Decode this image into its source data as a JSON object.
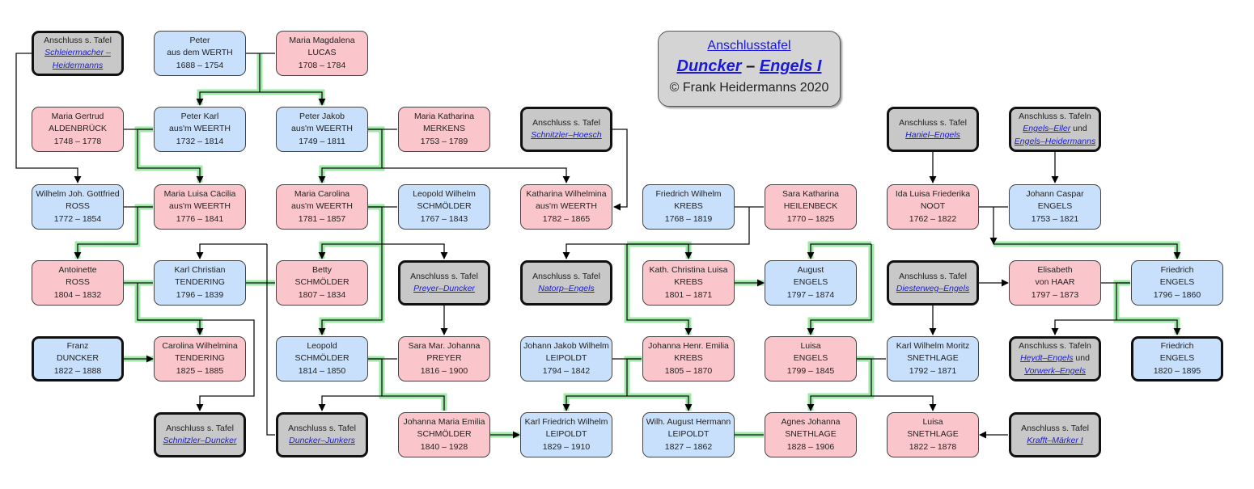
{
  "title": {
    "line1": "Anschlusstafel",
    "name1": "Duncker",
    "dash": "–",
    "name2": "Engels I",
    "copyright": "© Frank Heidermanns 2020"
  },
  "colors": {
    "male": "#c8e0fb",
    "female": "#fbc6cb",
    "connector": "#c8c8c8",
    "highlight_line": "#7ee08a",
    "link": "#1a1ad8"
  },
  "persons": {
    "peter_werth": {
      "n1": "Peter",
      "n2": "aus dem WERTH",
      "years": "1688 – 1754"
    },
    "maria_magdalena_lucas": {
      "n1": "Maria Magdalena",
      "n2": "LUCAS",
      "years": "1708 – 1784"
    },
    "maria_gertrud_aldenbrueck": {
      "n1": "Maria Gertrud",
      "n2": "ALDENBRÜCK",
      "years": "1748 – 1778"
    },
    "peter_karl_weerth": {
      "n1": "Peter Karl",
      "n2": "aus'm WEERTH",
      "years": "1732 – 1814"
    },
    "peter_jakob_weerth": {
      "n1": "Peter Jakob",
      "n2": "aus'm WEERTH",
      "years": "1749 – 1811"
    },
    "maria_katharina_merkens": {
      "n1": "Maria Katharina",
      "n2": "MERKENS",
      "years": "1753 – 1789"
    },
    "wilhelm_ross": {
      "n1": "Wilhelm Joh. Gottfried",
      "n2": "ROSS",
      "years": "1772 – 1854"
    },
    "maria_luisa_weerth": {
      "n1": "Maria Luisa Cäcilia",
      "n2": "aus'm WEERTH",
      "years": "1776 – 1841"
    },
    "maria_carolina_weerth": {
      "n1": "Maria Carolina",
      "n2": "aus'm WEERTH",
      "years": "1781 – 1857"
    },
    "leopold_wilhelm_schmoelder": {
      "n1": "Leopold Wilhelm",
      "n2": "SCHMÖLDER",
      "years": "1767 – 1843"
    },
    "katharina_wilhelmina_weerth": {
      "n1": "Katharina Wilhelmina",
      "n2": "aus'm WEERTH",
      "years": "1782 – 1865"
    },
    "friedrich_wilhelm_krebs": {
      "n1": "Friedrich Wilhelm",
      "n2": "KREBS",
      "years": "1768 – 1819"
    },
    "sara_katharina_heilenbeck": {
      "n1": "Sara Katharina",
      "n2": "HEILENBECK",
      "years": "1770 – 1825"
    },
    "ida_noot": {
      "n1": "Ida Luisa Friederika",
      "n2": "NOOT",
      "years": "1762 – 1822"
    },
    "johann_caspar_engels": {
      "n1": "Johann Caspar",
      "n2": "ENGELS",
      "years": "1753 – 1821"
    },
    "antoinette_ross": {
      "n1": "Antoinette",
      "n2": "ROSS",
      "years": "1804 – 1832"
    },
    "karl_christian_tendering": {
      "n1": "Karl Christian",
      "n2": "TENDERING",
      "years": "1796 – 1839"
    },
    "betty_schmoelder": {
      "n1": "Betty",
      "n2": "SCHMÖLDER",
      "years": "1807 – 1834"
    },
    "kath_christina_krebs": {
      "n1": "Kath. Christina Luisa",
      "n2": "KREBS",
      "years": "1801 – 1871"
    },
    "august_engels": {
      "n1": "August",
      "n2": "ENGELS",
      "years": "1797 – 1874"
    },
    "elisabeth_haar": {
      "n1": "Elisabeth",
      "n2": "von HAAR",
      "years": "1797 – 1873"
    },
    "friedrich_engels_1796": {
      "n1": "Friedrich",
      "n2": "ENGELS",
      "years": "1796 – 1860"
    },
    "franz_duncker": {
      "n1": "Franz",
      "n2": "DUNCKER",
      "years": "1822 – 1888"
    },
    "carolina_tendering": {
      "n1": "Carolina Wilhelmina",
      "n2": "TENDERING",
      "years": "1825 – 1885"
    },
    "leopold_schmoelder": {
      "n1": "Leopold",
      "n2": "SCHMÖLDER",
      "years": "1814 – 1850"
    },
    "sara_preyer": {
      "n1": "Sara Mar. Johanna",
      "n2": "PREYER",
      "years": "1816 – 1900"
    },
    "johann_jakob_leipoldt": {
      "n1": "Johann Jakob Wilhelm",
      "n2": "LEIPOLDT",
      "years": "1794 – 1842"
    },
    "johanna_krebs": {
      "n1": "Johanna Henr. Emilia",
      "n2": "KREBS",
      "years": "1805 – 1870"
    },
    "luisa_engels": {
      "n1": "Luisa",
      "n2": "ENGELS",
      "years": "1799 – 1845"
    },
    "karl_snethlage": {
      "n1": "Karl Wilhelm Moritz",
      "n2": "SNETHLAGE",
      "years": "1792 – 1871"
    },
    "friedrich_engels_1820": {
      "n1": "Friedrich",
      "n2": "ENGELS",
      "years": "1820 – 1895"
    },
    "johanna_schmoelder": {
      "n1": "Johanna Maria Emilia",
      "n2": "SCHMÖLDER",
      "years": "1840 – 1928"
    },
    "karl_leipoldt": {
      "n1": "Karl Friedrich Wilhelm",
      "n2": "LEIPOLDT",
      "years": "1829 – 1910"
    },
    "wilh_leipoldt": {
      "n1": "Wilh. August Hermann",
      "n2": "LEIPOLDT",
      "years": "1827 – 1862"
    },
    "agnes_snethlage": {
      "n1": "Agnes Johanna",
      "n2": "SNETHLAGE",
      "years": "1828 – 1906"
    },
    "luisa_snethlage": {
      "n1": "Luisa",
      "n2": "SNETHLAGE",
      "years": "1822 – 1878"
    }
  },
  "connectors": {
    "schleiermacher": {
      "label": "Anschluss s. Tafel",
      "link1": "Schleiermacher –",
      "link1b": "Heidermanns"
    },
    "schnitzler_hoesch": {
      "label": "Anschluss s. Tafel",
      "link1": "Schnitzler–Hoesch"
    },
    "haniel": {
      "label": "Anschluss s. Tafel",
      "link1": "Haniel–Engels"
    },
    "engels_eller": {
      "label": "Anschluss s. Tafeln",
      "link1": "Engels–Eller",
      "und": " und",
      "link2": "Engels–Heidermanns"
    },
    "preyer_duncker": {
      "label": "Anschluss s. Tafel",
      "link1": "Preyer–Duncker"
    },
    "natorp": {
      "label": "Anschluss s. Tafel",
      "link1": "Natorp–Engels"
    },
    "diesterweg": {
      "label": "Anschluss s. Tafel",
      "link1": "Diesterweg–Engels"
    },
    "heydt": {
      "label": "Anschluss s. Tafeln",
      "link1": "Heydt–Engels",
      "und": " und",
      "link2": "Vorwerk–Engels"
    },
    "schnitzler_duncker": {
      "label": "Anschluss s. Tafel",
      "link1": "Schnitzler–Duncker"
    },
    "duncker_junkers": {
      "label": "Anschluss s. Tafel",
      "link1": "Duncker–Junkers"
    },
    "krafft": {
      "label": "Anschluss s. Tafel",
      "link1": "Krafft–Märker I"
    }
  }
}
